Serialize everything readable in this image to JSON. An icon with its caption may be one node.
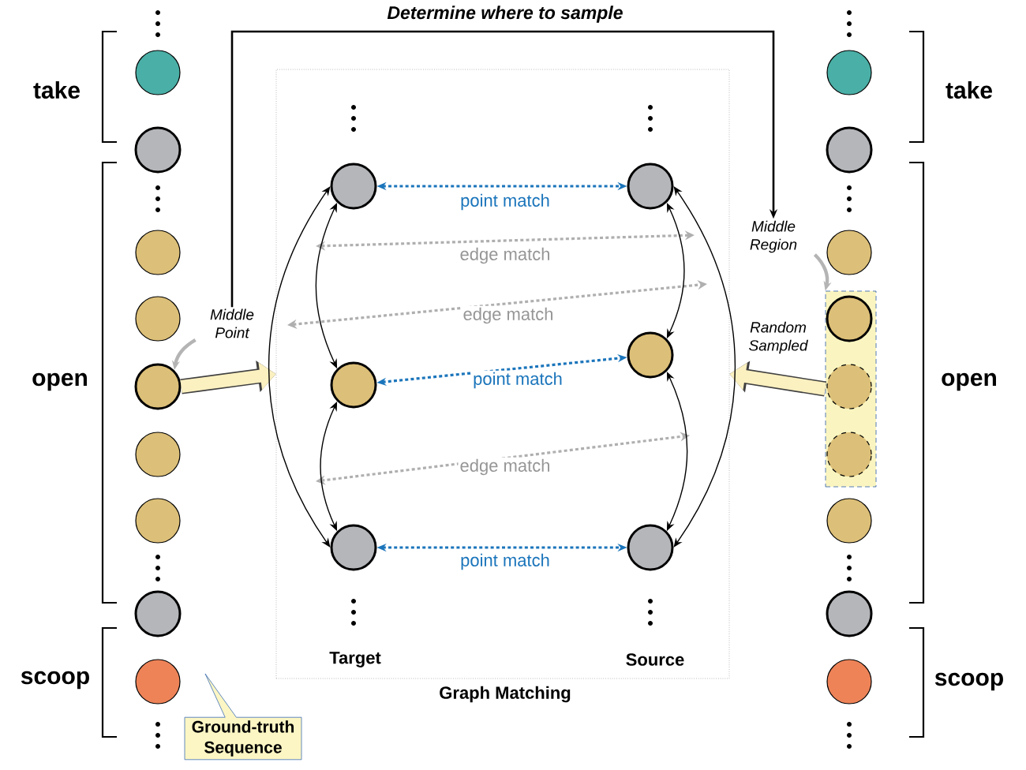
{
  "diagram": {
    "nodes": [
      {
        "text": [],
        "shape": "circle"
      },
      {
        "text": [],
        "shape": "circle"
      },
      {
        "text": [],
        "shape": "circle"
      },
      {
        "text": [],
        "shape": "circle"
      },
      {
        "text": [],
        "shape": "circle"
      },
      {
        "text": [],
        "shape": "circle"
      },
      {
        "text": [],
        "shape": "circle"
      },
      {
        "text": [],
        "shape": "circle"
      },
      {
        "text": [],
        "shape": "circle"
      },
      {
        "text": [
          "Middle Point"
        ]
      },
      {
        "text": [
          "Graph Matching"
        ]
      },
      {
        "text": [],
        "shape": "circle",
        "in": 10
      },
      {
        "text": [],
        "shape": "circle",
        "in": 10
      },
      {
        "text": [],
        "shape": "circle",
        "in": 10
      },
      {
        "text": [],
        "shape": "circle",
        "in": 10
      },
      {
        "text": [],
        "shape": "circle",
        "in": 10
      },
      {
        "text": [],
        "shape": "circle",
        "in": 10
      },
      {
        "text": [
          "Middle Region"
        ]
      },
      {
        "text": [],
        "shape": "circle"
      },
      {
        "text": [],
        "shape": "circle"
      },
      {
        "text": [],
        "shape": "circle"
      },
      {
        "text": [],
        "shape": "box"
      },
      {
        "text": [],
        "shape": "circle",
        "in": 21
      },
      {
        "text": [],
        "shape": "circle",
        "in": 21
      },
      {
        "text": [],
        "shape": "circle",
        "in": 21
      },
      {
        "text": [],
        "shape": "circle"
      },
      {
        "text": [],
        "shape": "circle"
      },
      {
        "text": [],
        "shape": "circle"
      },
      {
        "text": [
          "Ground-truth Sequence"
        ]
      }
    ],
    "edges": [
      {
        "from": 9,
        "to": 17,
        "arrow": "to",
        "label": "Determine where to sample"
      },
      {
        "from": 9,
        "to": 4,
        "arrow": "to",
        "color": "#b4b4b4"
      },
      {
        "from": 17,
        "to": 21,
        "arrow": "to",
        "color": "#b4b4b4"
      },
      {
        "from": 4,
        "to": 10,
        "arrow": "to",
        "style": "thick",
        "color": "#fbf0c0"
      },
      {
        "from": 21,
        "to": 10,
        "arrow": "to",
        "style": "thick",
        "color": "#fbf0c0"
      },
      {
        "from": 11,
        "to": 12,
        "arrow": "both",
        "style": "dashed",
        "color": "#1b75bb",
        "label": "point match"
      },
      {
        "from": 13,
        "to": 14,
        "arrow": "both",
        "style": "dashed",
        "color": "#1b75bb",
        "label": "point match"
      },
      {
        "from": 15,
        "to": 16,
        "arrow": "both",
        "style": "dashed",
        "color": "#1b75bb",
        "label": "point match"
      },
      {
        "from": 11,
        "to": 13,
        "arrow": "both"
      },
      {
        "from": 13,
        "to": 15,
        "arrow": "both"
      },
      {
        "from": 11,
        "to": 15,
        "arrow": "both"
      },
      {
        "from": 12,
        "to": 14,
        "arrow": "both"
      },
      {
        "from": 14,
        "to": 16,
        "arrow": "both"
      },
      {
        "from": 12,
        "to": 16,
        "arrow": "both"
      }
    ],
    "labels": [
      "take",
      "take",
      "open",
      "open",
      "scoop",
      "scoop",
      "edge match",
      "edge match",
      "edge match",
      "Random Sampled",
      "Target",
      "Source"
    ]
  }
}
